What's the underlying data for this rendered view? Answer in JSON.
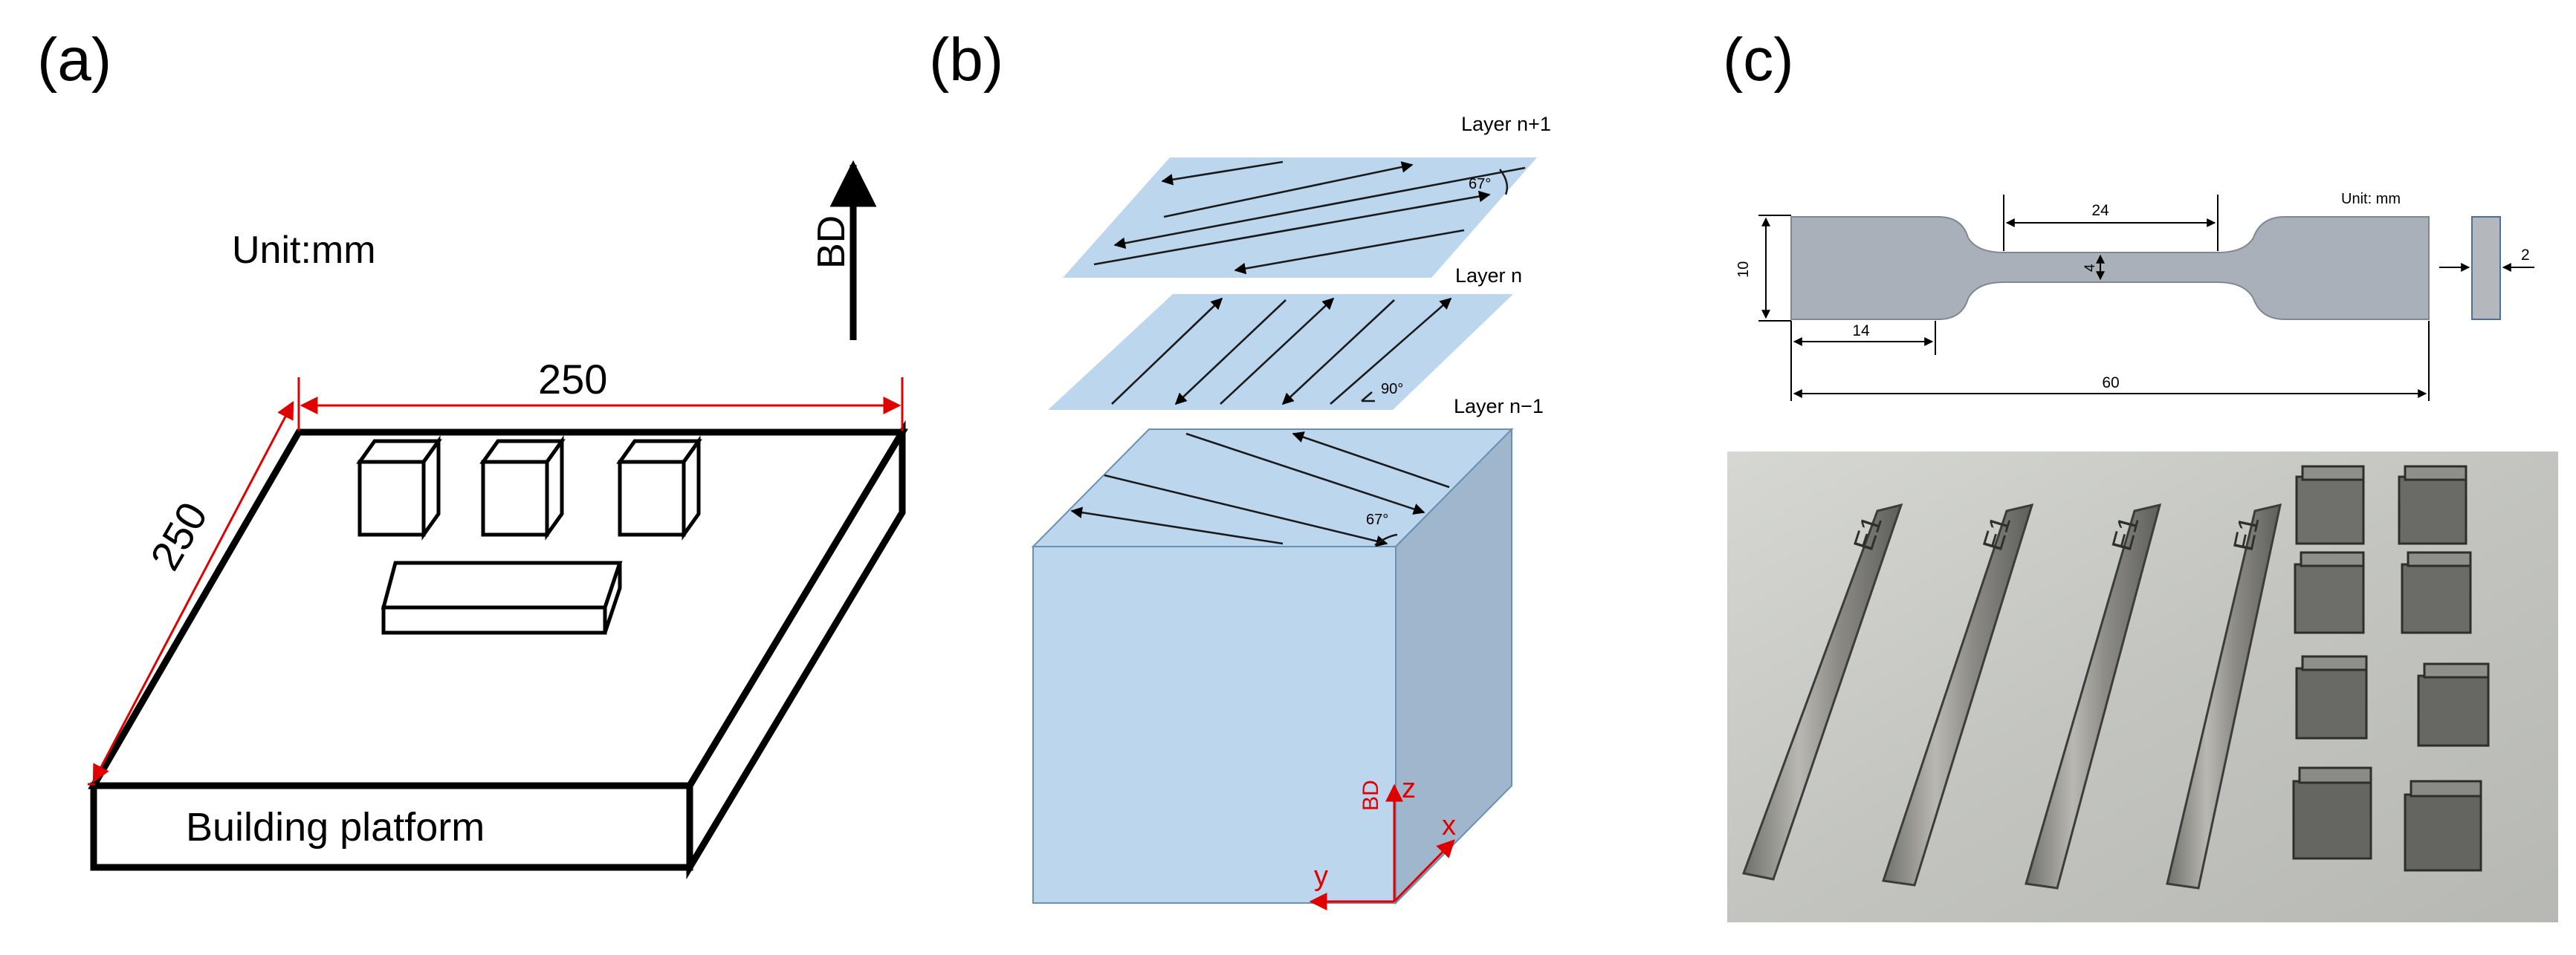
{
  "panel_a": {
    "label": "(a)",
    "unit": "Unit:mm",
    "build_direction": "BD",
    "dim_width": "250",
    "dim_depth": "250",
    "platform_label": "Building platform"
  },
  "panel_b": {
    "label": "(b)",
    "layer_top": "Layer n+1",
    "layer_mid": "Layer n",
    "layer_bot": "Layer n−1",
    "angle_top": "67°",
    "angle_mid": "90°",
    "angle_bot": "67°",
    "axis_bd": "BD",
    "axis_z": "z",
    "axis_x": "x",
    "axis_y": "y",
    "colors": {
      "fill": "#bcd6ee",
      "side": "#9fb6cc",
      "axis": "#e00000"
    }
  },
  "panel_c": {
    "label": "(c)",
    "unit": "Unit: mm",
    "dim_width": "10",
    "dim_gauge_length": "24",
    "dim_gauge_width": "4",
    "dim_grip": "14",
    "dim_total": "60",
    "dim_thickness": "2",
    "specimen_mark": "E1",
    "colors": {
      "specimen": "#a9b0ba",
      "photo_bg": "#c8c8c4"
    }
  }
}
